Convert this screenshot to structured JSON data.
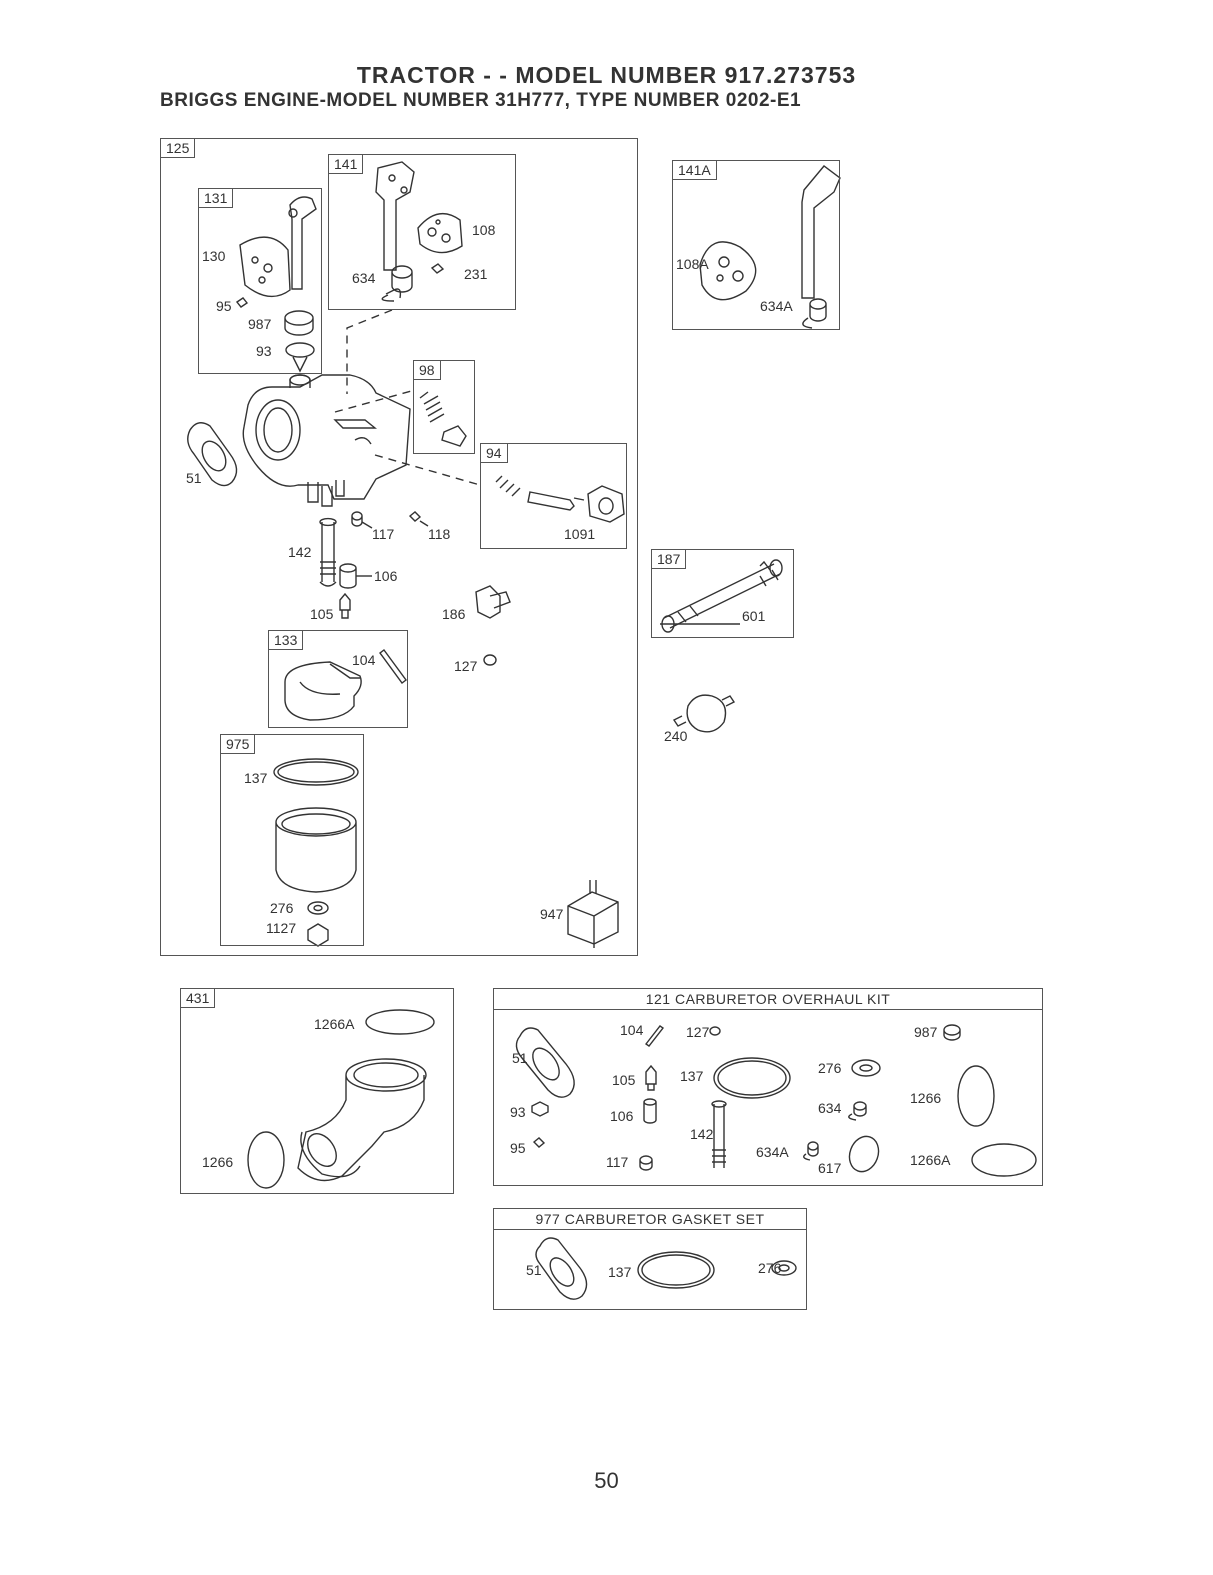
{
  "header": {
    "title": "TRACTOR - - MODEL NUMBER 917.273753",
    "subtitle": "BRIGGS ENGINE-MODEL NUMBER 31H777, TYPE NUMBER 0202-E1"
  },
  "main_assembly": {
    "ref": "125",
    "subassemblies": {
      "s131": {
        "ref": "131",
        "parts": {
          "p130": "130",
          "p95": "95",
          "p987": "987",
          "p93": "93"
        }
      },
      "s141": {
        "ref": "141",
        "parts": {
          "p108": "108",
          "p634": "634",
          "p231": "231"
        }
      },
      "s98": {
        "ref": "98"
      },
      "s94": {
        "ref": "94",
        "parts": {
          "p1091": "1091"
        }
      },
      "s133": {
        "ref": "133",
        "parts": {
          "p104": "104"
        }
      },
      "s975": {
        "ref": "975",
        "parts": {
          "p137": "137",
          "p276": "276",
          "p1127": "1127"
        }
      }
    },
    "loose_parts": {
      "p51": "51",
      "p117": "117",
      "p118": "118",
      "p142": "142",
      "p106": "106",
      "p105": "105",
      "p186": "186",
      "p127": "127",
      "p947": "947"
    }
  },
  "side_assemblies": {
    "s141A": {
      "ref": "141A",
      "parts": {
        "p108A": "108A",
        "p634A": "634A"
      }
    },
    "s187": {
      "ref": "187",
      "parts": {
        "p601": "601"
      }
    },
    "p240": "240"
  },
  "intake_assembly": {
    "ref": "431",
    "parts": {
      "p1266A": "1266A",
      "p1266": "1266"
    }
  },
  "overhaul_kit": {
    "title": "121 CARBURETOR OVERHAUL KIT",
    "parts": {
      "p51": "51",
      "p104": "104",
      "p127": "127",
      "p987": "987",
      "p105": "105",
      "p137": "137",
      "p276": "276",
      "p93": "93",
      "p106": "106",
      "p634": "634",
      "p1266": "1266",
      "p95": "95",
      "p142": "142",
      "p117": "117",
      "p634A": "634A",
      "p617": "617",
      "p1266A": "1266A"
    }
  },
  "gasket_set": {
    "title": "977 CARBURETOR GASKET SET",
    "parts": {
      "p51": "51",
      "p137": "137",
      "p276": "276"
    }
  },
  "page_number": "50"
}
